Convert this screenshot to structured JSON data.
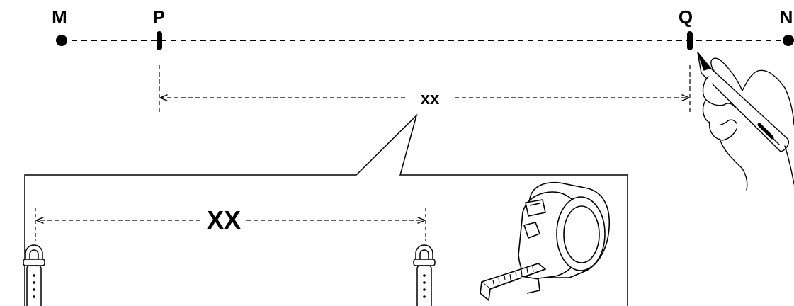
{
  "points": [
    {
      "id": "M",
      "label": "M",
      "marker": "dot"
    },
    {
      "id": "P",
      "label": "P",
      "marker": "tick"
    },
    {
      "id": "Q",
      "label": "Q",
      "marker": "tick"
    },
    {
      "id": "N",
      "label": "N",
      "marker": "dot"
    }
  ],
  "measurement": {
    "top_label": "xx",
    "box_label": "XX"
  },
  "icons": {
    "hand": "hand-with-pencil-icon",
    "tape": "tape-measure-icon",
    "bracket": "wall-bracket-icon"
  },
  "colors": {
    "stroke": "#000000",
    "background": "#ffffff"
  }
}
